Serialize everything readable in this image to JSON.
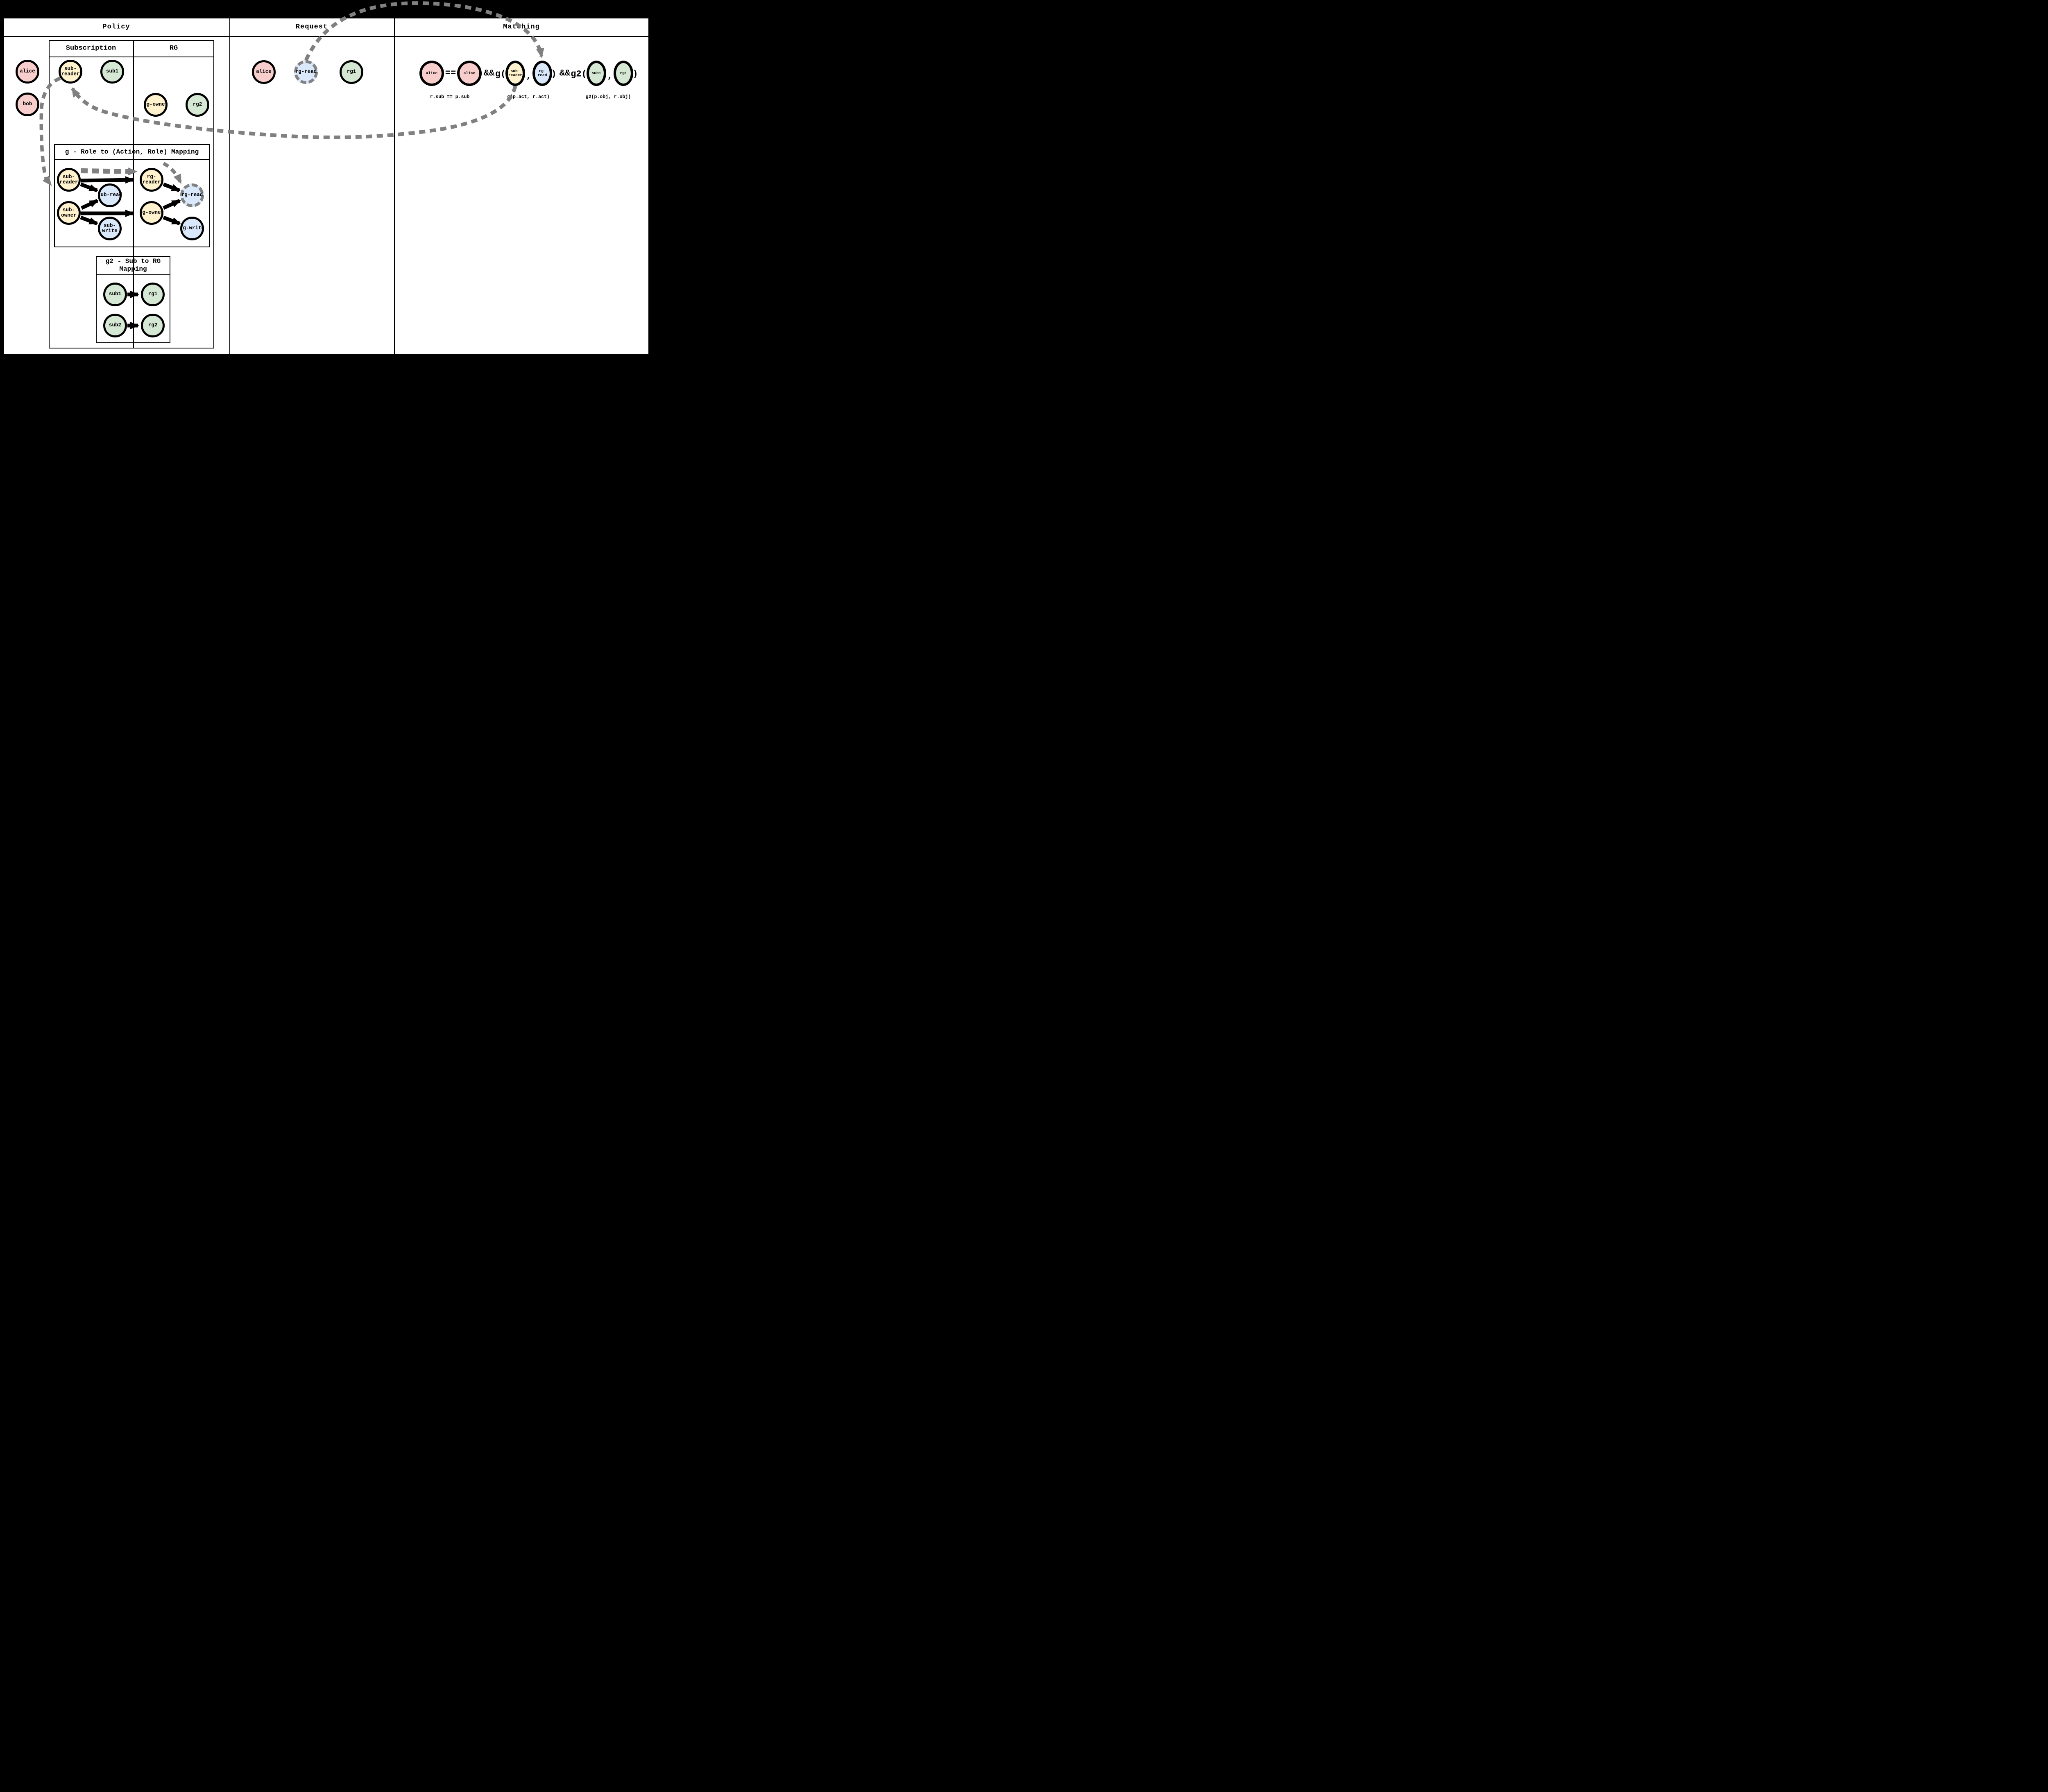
{
  "headers": {
    "policy": "Policy",
    "request": "Request",
    "matching": "Matching"
  },
  "colors": {
    "subject_pink": "#f8cecc",
    "role_yellow": "#fff2cc",
    "group_green": "#d5e8d4",
    "action_blue": "#dae8fc",
    "trace_gray": "#808080",
    "stroke_black": "#000000"
  },
  "policy": {
    "actors": [
      {
        "label": "alice"
      },
      {
        "label": "bob"
      }
    ],
    "table": {
      "columns": [
        "Subscription",
        "RG"
      ],
      "sub_nodes": [
        {
          "label": "sub-\nreader"
        },
        {
          "label": "sub1"
        }
      ],
      "rg_nodes": [
        {
          "label": "rg-owner"
        },
        {
          "label": "rg2"
        }
      ]
    },
    "g_box": {
      "title": "g - Role to (Action, Role) Mapping",
      "nodes": [
        {
          "label": "sub-\nreader"
        },
        {
          "label": "sub-\nowner"
        },
        {
          "label": "sub-read"
        },
        {
          "label": "sub-\nwrite"
        },
        {
          "label": "rg-\nreader"
        },
        {
          "label": "rg-owner"
        },
        {
          "label": "rg-read"
        },
        {
          "label": "rg-write"
        }
      ],
      "edges": [
        {
          "from": "sub-reader",
          "to": "sub-read"
        },
        {
          "from": "sub-reader",
          "to": "rg-reader"
        },
        {
          "from": "sub-owner",
          "to": "sub-read"
        },
        {
          "from": "sub-owner",
          "to": "rg-owner"
        },
        {
          "from": "sub-owner",
          "to": "sub-write"
        },
        {
          "from": "rg-reader",
          "to": "rg-read"
        },
        {
          "from": "rg-owner",
          "to": "rg-read"
        },
        {
          "from": "rg-owner",
          "to": "rg-write"
        }
      ]
    },
    "g2_box": {
      "title_line1": "g2 - Sub to RG",
      "title_line2": "Mapping",
      "nodes": [
        {
          "label": "sub1"
        },
        {
          "label": "rg1"
        },
        {
          "label": "sub2"
        },
        {
          "label": "rg2"
        }
      ],
      "edges": [
        {
          "from": "sub1",
          "to": "rg1"
        },
        {
          "from": "sub2",
          "to": "rg2"
        }
      ]
    }
  },
  "request": {
    "nodes": [
      {
        "label": "alice"
      },
      {
        "label": "rg-read"
      },
      {
        "label": "rg1"
      }
    ]
  },
  "matching": {
    "expr": {
      "r_sub": "alice",
      "eq": "==",
      "p_sub": "alice",
      "and1": "&&",
      "g_open": "g(",
      "p_act": "sub-\nreader",
      "comma1": ",",
      "r_act": "rg-\nread",
      "close1": ")",
      "and2": "&&",
      "g2_open": "g2(",
      "p_obj": "sub1",
      "comma2": ",",
      "r_obj": "rg1",
      "close2": ")"
    },
    "annotations": [
      "r.sub == p.sub",
      "g(p.act, r.act)",
      "g2(p.obj, r.obj)"
    ]
  },
  "trace": [
    {
      "from": "request.rg-read",
      "to": "matching.r_act"
    },
    {
      "from": "matching.p_act",
      "to": "policy.sub-reader"
    },
    {
      "from": "policy.sub-reader",
      "to": "g.sub-reader"
    },
    {
      "from": "g.sub-reader",
      "to": "g.rg-reader"
    },
    {
      "from": "g.rg-reader",
      "to": "g.rg-read"
    }
  ]
}
